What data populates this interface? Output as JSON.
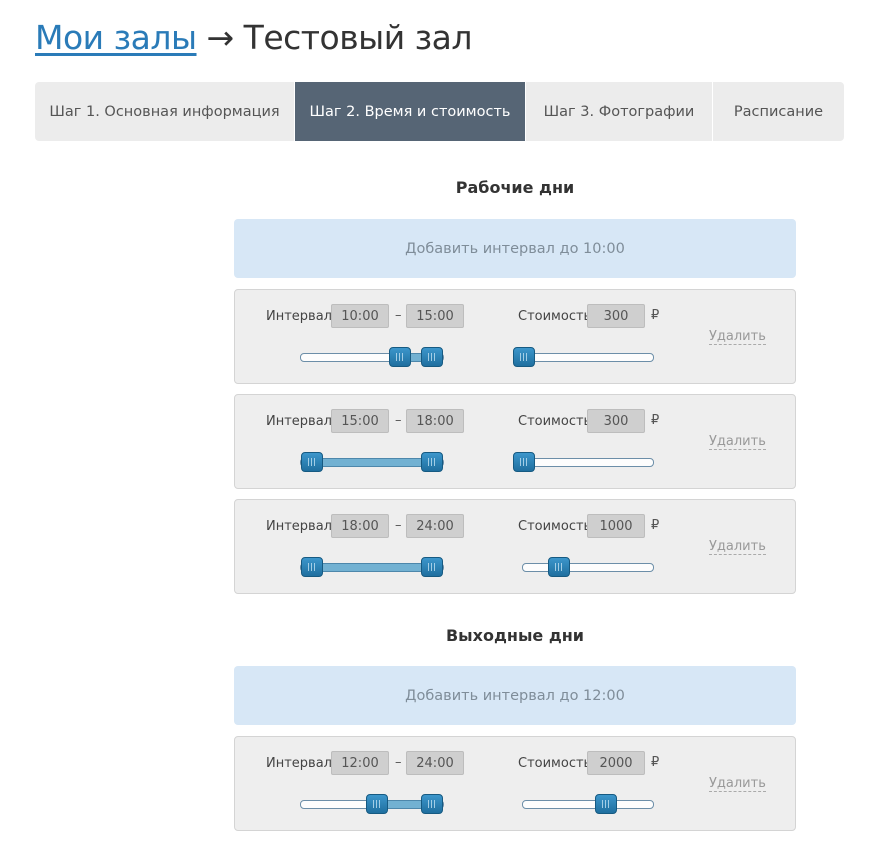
{
  "header": {
    "link_text": "Мои залы",
    "arrow": "→",
    "title": "Тестовый зал"
  },
  "tabs": [
    {
      "label": "Шаг 1. Основная информация",
      "active": false
    },
    {
      "label": "Шаг 2. Время и стоимость",
      "active": true
    },
    {
      "label": "Шаг 3. Фотографии",
      "active": false
    },
    {
      "label": "Расписание",
      "active": false
    }
  ],
  "labels": {
    "interval": "Интервал:",
    "price": "Стоимость:",
    "dash": "–",
    "currency": "₽",
    "delete": "Удалить"
  },
  "workdays": {
    "title": "Рабочие дни",
    "add_label": "Добавить интервал до 10:00",
    "intervals": [
      {
        "from": "10:00",
        "to": "15:00",
        "price": "300",
        "time_range": [
          0.62,
          0.92
        ],
        "price_pos": 0.0
      },
      {
        "from": "15:00",
        "to": "18:00",
        "price": "300",
        "time_range": [
          0.0,
          0.92
        ],
        "price_pos": 0.0
      },
      {
        "from": "18:00",
        "to": "24:00",
        "price": "1000",
        "time_range": [
          0.0,
          0.92
        ],
        "price_pos": 0.27
      }
    ]
  },
  "weekends": {
    "title": "Выходные дни",
    "add_label": "Добавить интервал до 12:00",
    "intervals": [
      {
        "from": "12:00",
        "to": "24:00",
        "price": "2000",
        "time_range": [
          0.46,
          0.92
        ],
        "price_pos": 0.63
      }
    ]
  },
  "colors": {
    "link": "#2a7bb8",
    "tab_active": "#566575",
    "add_bg": "#d7e7f6",
    "slider_handle": "#2a82b9",
    "slider_fill": "#72b1d2"
  }
}
